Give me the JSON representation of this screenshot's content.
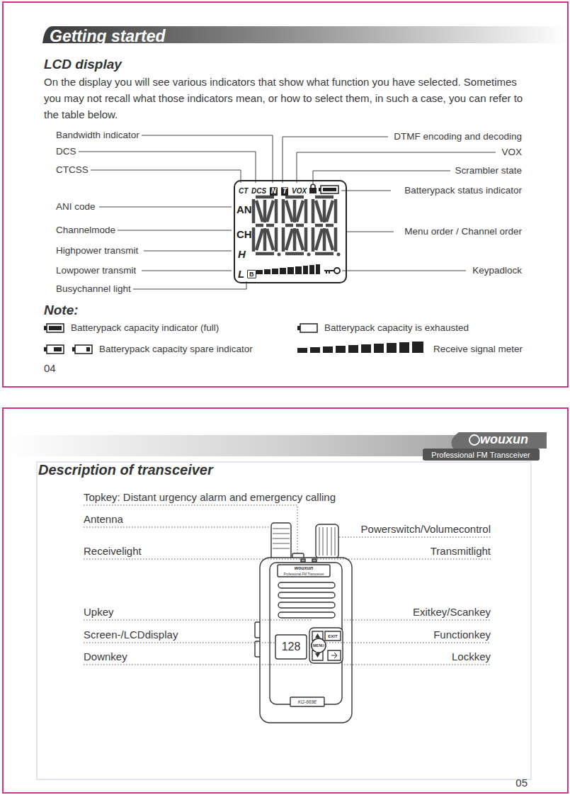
{
  "diagram": {
    "nodes": [
      {
        "text": [
          "Getting started"
        ]
      },
      {
        "text": [
          "CT",
          "DCS",
          "N",
          "T",
          "VOX",
          "AN",
          "CH",
          "H",
          "L",
          "B"
        ],
        "in": 0
      },
      {
        "text": [
          "Description of transceiver"
        ]
      }
    ],
    "labels": [
      "LCD display",
      "On the display you will see various indicators that show what function you have selected. Sometimes you may not recall what those indicators mean, or how to select them, in such a case, you can refer to the table below.",
      "Bandwidth indicator",
      "DCS",
      "CTCSS",
      "ANI code",
      "Channelmode",
      "Highpower transmit",
      "Lowpower transmit",
      "Busychannel light",
      "DTMF encoding and decoding",
      "VOX",
      "Scrambler state",
      "Batterypack status indicator",
      "Menu order / Channel order",
      "Keypadlock",
      "Note:",
      "04",
      "wouxun",
      "Professional FM Transceiver",
      "Topkey: Distant urgency alarm and emergency calling",
      "Antenna",
      "Powerswitch/Volumecontrol",
      "Receivelight",
      "Transmitlight",
      "Upkey",
      "Exitkey/Scankey",
      "Screen-/LCDdisplay",
      "Functionkey",
      "Downkey",
      "Lockkey",
      "wouxun",
      "Professional FM Transceiver",
      "EXIT",
      "MENU",
      "128",
      "KG-669E",
      "05"
    ],
    "legend": [
      {
        "text": "Batterypack capacity indicator (full)"
      },
      {
        "text": "Batterypack capacity is exhausted"
      },
      {
        "text": "Batterypack capacity spare indicator"
      },
      {
        "text": "Receive signal meter"
      }
    ]
  }
}
